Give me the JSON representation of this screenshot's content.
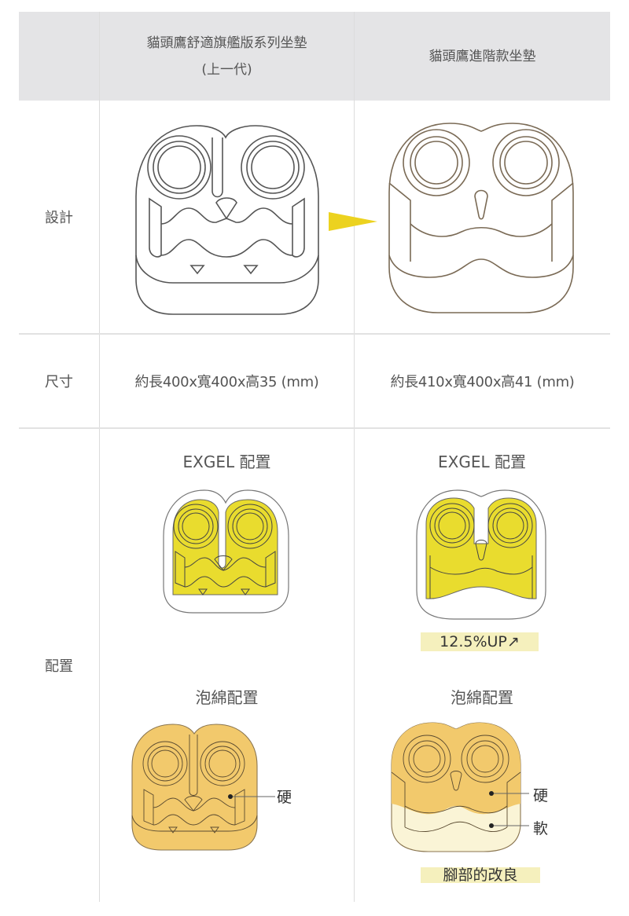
{
  "header": {
    "col1_line1": "貓頭鷹舒適旗艦版系列坐墊",
    "col1_line2": "(上一代)",
    "col2": "貓頭鷹進階款坐墊"
  },
  "rows": {
    "design": {
      "label": "設計"
    },
    "size": {
      "label": "尺寸",
      "old": "約長400x寬400x高35 (mm)",
      "new": "約長410x寬400x高41 (mm)"
    },
    "placement": {
      "label": "配置",
      "exgel_title_old": "EXGEL 配置",
      "exgel_title_new": "EXGEL 配置",
      "exgel_badge_new": "12.5%UP↗",
      "foam_title_old": "泡綿配置",
      "foam_title_new": "泡綿配置",
      "hard_label_old": "硬",
      "hard_label_new": "硬",
      "soft_label_new": "軟",
      "feet_badge_new": "腳部的改良"
    }
  },
  "colors": {
    "header_bg": "#e4e4e6",
    "arrow": "#ecd21f",
    "exgel_yellow": "#e9dc2e",
    "foam_hard": "#f2c96c",
    "foam_soft": "#faf4d6",
    "highlight": "#f5f0bd",
    "outline_old": "#555555",
    "outline_new": "#7a6a55"
  }
}
